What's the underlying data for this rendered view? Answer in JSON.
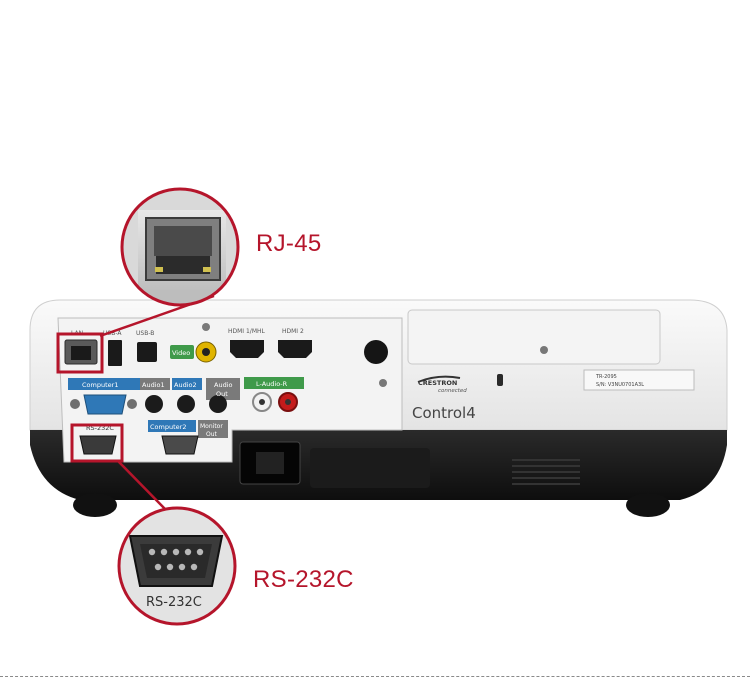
{
  "callouts": {
    "rj45": "RJ-45",
    "rs232c": "RS-232C"
  },
  "ports": {
    "lan": "LAN",
    "usb_a": "USB-A",
    "usb_b": "USB-B",
    "video": "Video",
    "hdmi1": "HDMI 1/MHL",
    "hdmi2": "HDMI 2",
    "computer1": "Computer1",
    "audio1": "Audio1",
    "audio2": "Audio2",
    "audio_out_1": "Audio",
    "audio_out_2": "Out",
    "l_audio_r": "L-Audio-R",
    "rs232c": "RS-232C",
    "computer2": "Computer2",
    "monitor_out_1": "Monitor",
    "monitor_out_2": "Out"
  },
  "zoom_labels": {
    "rs232c": "RS-232C"
  },
  "branding": {
    "crestron": "CRESTRON",
    "crestron_sub": "connected",
    "control4": "Control4"
  },
  "sticker": {
    "line1": "TR-2095",
    "line2": "S/N: V3NU0701A3L"
  },
  "colors": {
    "callout_red": "#b5152b",
    "port_label_blue": "#2f78b7",
    "port_label_green": "#3f9a4a",
    "port_label_gray": "#7a7a7a"
  }
}
